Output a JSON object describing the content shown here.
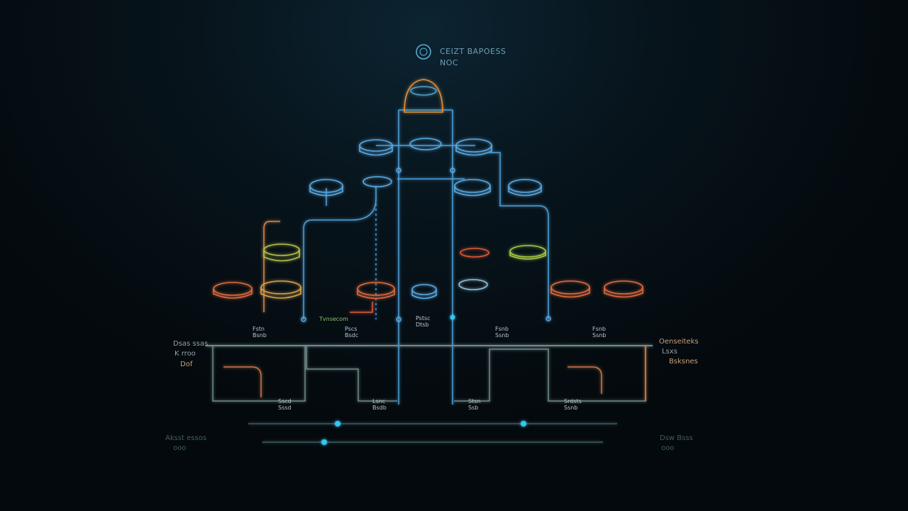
{
  "header": {
    "title": "CEIZT BAPOESS",
    "subtitle": "NOC"
  },
  "node_labels": {
    "top_hub": "",
    "center_text": "Tvnsecom"
  },
  "bus_labels": [
    "Fstn\nBsnb",
    "Pscs\nBsdc",
    "Pstsc\nDtsb",
    "Fsnb\nSsnb",
    "Fsnb\nSsnb"
  ],
  "bottom_labels": [
    "Sscd\nSssd",
    "Lsnc\nBsdb",
    "Stsn\nSsb",
    "Srdsts\nSsnb"
  ],
  "side_left": {
    "line1": "Dsas ssas",
    "line2": "K rroo",
    "line3": "Dof"
  },
  "side_right": {
    "line1": "Oenseiteks",
    "line2": "Lsxs",
    "line3": "Bsksnes"
  },
  "footer_left": {
    "line1": "Aksst essos",
    "line2": "ooo"
  },
  "footer_right": {
    "line1": "Dsw Bsss",
    "line2": "ooo"
  },
  "colors": {
    "blue": "#5aa8e0",
    "cyan": "#35c6f0",
    "orange": "#e06a3c",
    "amber": "#d8a24a",
    "green": "#a6c84a",
    "bus": "#6f8a88"
  }
}
